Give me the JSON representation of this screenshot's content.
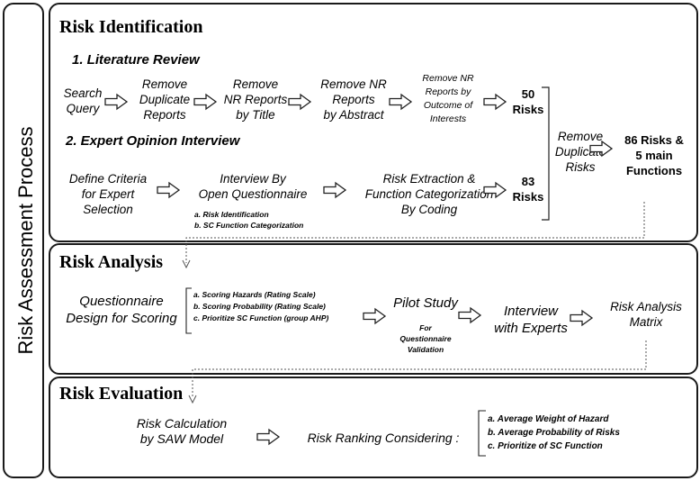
{
  "sidebar": {
    "label": "Risk Assessment Process"
  },
  "identification": {
    "heading": "Risk Identification",
    "literature": {
      "title": "1. Literature Review",
      "steps": [
        [
          "Search",
          "Query"
        ],
        [
          "Remove",
          "Duplicate",
          "Reports"
        ],
        [
          "Remove",
          "NR Reports",
          "by Title"
        ],
        [
          "Remove NR",
          "Reports",
          "by Abstract"
        ],
        [
          "Remove NR",
          "Reports by",
          "Outcome of",
          "Interests"
        ]
      ],
      "result": [
        "50",
        "Risks"
      ]
    },
    "expert": {
      "title": "2. Expert Opinion Interview",
      "steps": [
        [
          "Define Criteria",
          "for Expert",
          "Selection"
        ],
        [
          "Interview By",
          "Open Questionnaire"
        ],
        [
          "Risk Extraction &",
          "Function Categorization",
          "By Coding"
        ]
      ],
      "interview_items": [
        "a.   Risk Identification",
        "b.   SC Function Categorization"
      ],
      "result": [
        "83",
        "Risks"
      ]
    },
    "merge": [
      "Remove",
      "Duplicate",
      "Risks"
    ],
    "final": [
      "86 Risks &",
      "5 main",
      "Functions"
    ]
  },
  "analysis": {
    "heading": "Risk Analysis",
    "steps": [
      [
        "Questionnaire",
        "Design for Scoring"
      ],
      [
        "Pilot Study"
      ],
      [
        "Interview",
        "with Experts"
      ],
      [
        "Risk Analysis",
        "Matrix"
      ]
    ],
    "scoring_items": [
      "a.   Scoring Hazards (Rating Scale)",
      "b.   Scoring Probability (Rating Scale)",
      "c.   Prioritize SC Function (group AHP)"
    ],
    "pilot_note": [
      "For",
      "Questionnaire",
      "Validation"
    ]
  },
  "evaluation": {
    "heading": "Risk Evaluation",
    "steps": [
      [
        "Risk Calculation",
        "by SAW Model"
      ],
      [
        "Risk Ranking Considering :"
      ]
    ],
    "criteria": [
      "a.   Average Weight of Hazard",
      "b.   Average Probability of Risks",
      "c.   Prioritize of SC Function"
    ]
  }
}
